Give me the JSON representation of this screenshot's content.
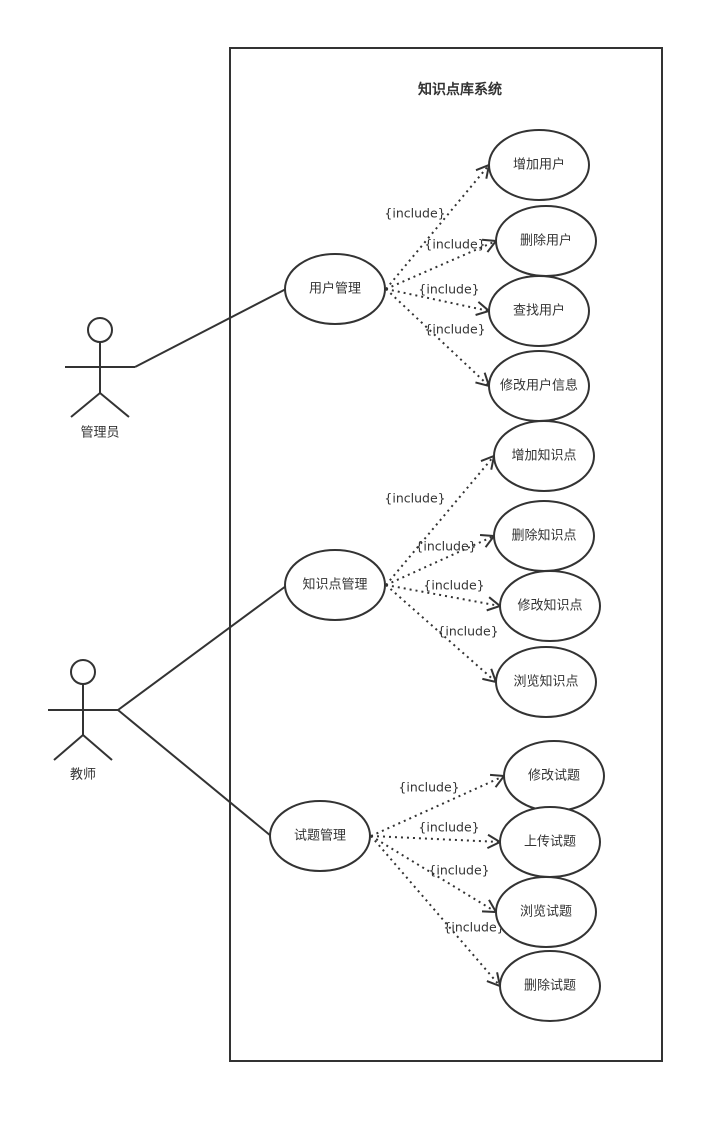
{
  "diagram": {
    "type": "use-case",
    "system": {
      "title": "知识点库系统"
    },
    "colors": {
      "stroke": "#333333",
      "background": "#ffffff"
    },
    "actors": [
      {
        "id": "admin",
        "label": "管理员",
        "associations": [
          "user_mgmt"
        ]
      },
      {
        "id": "teacher",
        "label": "教师",
        "associations": [
          "kp_mgmt",
          "q_mgmt"
        ]
      }
    ],
    "use_cases": [
      {
        "id": "user_mgmt",
        "label": "用户管理",
        "includes": [
          {
            "id": "add_user",
            "label": "增加用户"
          },
          {
            "id": "del_user",
            "label": "删除用户"
          },
          {
            "id": "find_user",
            "label": "查找用户"
          },
          {
            "id": "edit_user",
            "label": "修改用户信息"
          }
        ]
      },
      {
        "id": "kp_mgmt",
        "label": "知识点管理",
        "includes": [
          {
            "id": "add_kp",
            "label": "增加知识点"
          },
          {
            "id": "del_kp",
            "label": "删除知识点"
          },
          {
            "id": "edit_kp",
            "label": "修改知识点"
          },
          {
            "id": "browse_kp",
            "label": "浏览知识点"
          }
        ]
      },
      {
        "id": "q_mgmt",
        "label": "试题管理",
        "includes": [
          {
            "id": "edit_q",
            "label": "修改试题"
          },
          {
            "id": "upload_q",
            "label": "上传试题"
          },
          {
            "id": "browse_q",
            "label": "浏览试题"
          },
          {
            "id": "del_q",
            "label": "删除试题"
          }
        ]
      }
    ],
    "include_label": "{include}"
  }
}
